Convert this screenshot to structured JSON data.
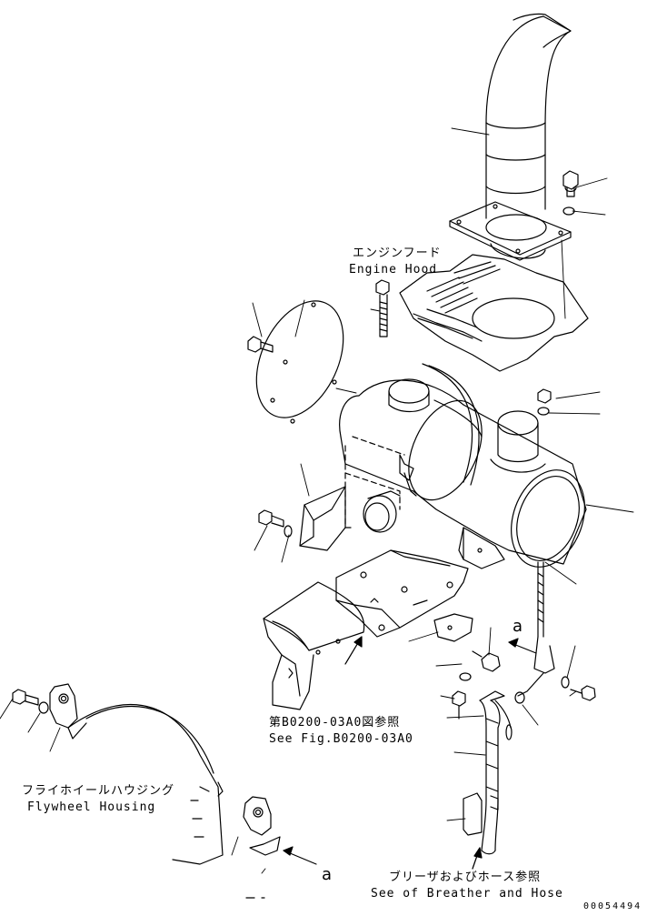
{
  "labels": {
    "engine_hood_ja": "エンジンフード",
    "engine_hood_en": "Engine Hood",
    "see_fig_ja": "第B0200-03A0図参照",
    "see_fig_en": "See Fig.B0200-03A0",
    "flywheel_ja": "フライホイールハウジング",
    "flywheel_en": "Flywheel Housing",
    "breather_ja": "ブリーザおよびホース参照",
    "breather_en": "See of Breather and Hose",
    "ref_a_top": "a",
    "ref_a_bottom": "a",
    "drawing_code": "00054494"
  }
}
